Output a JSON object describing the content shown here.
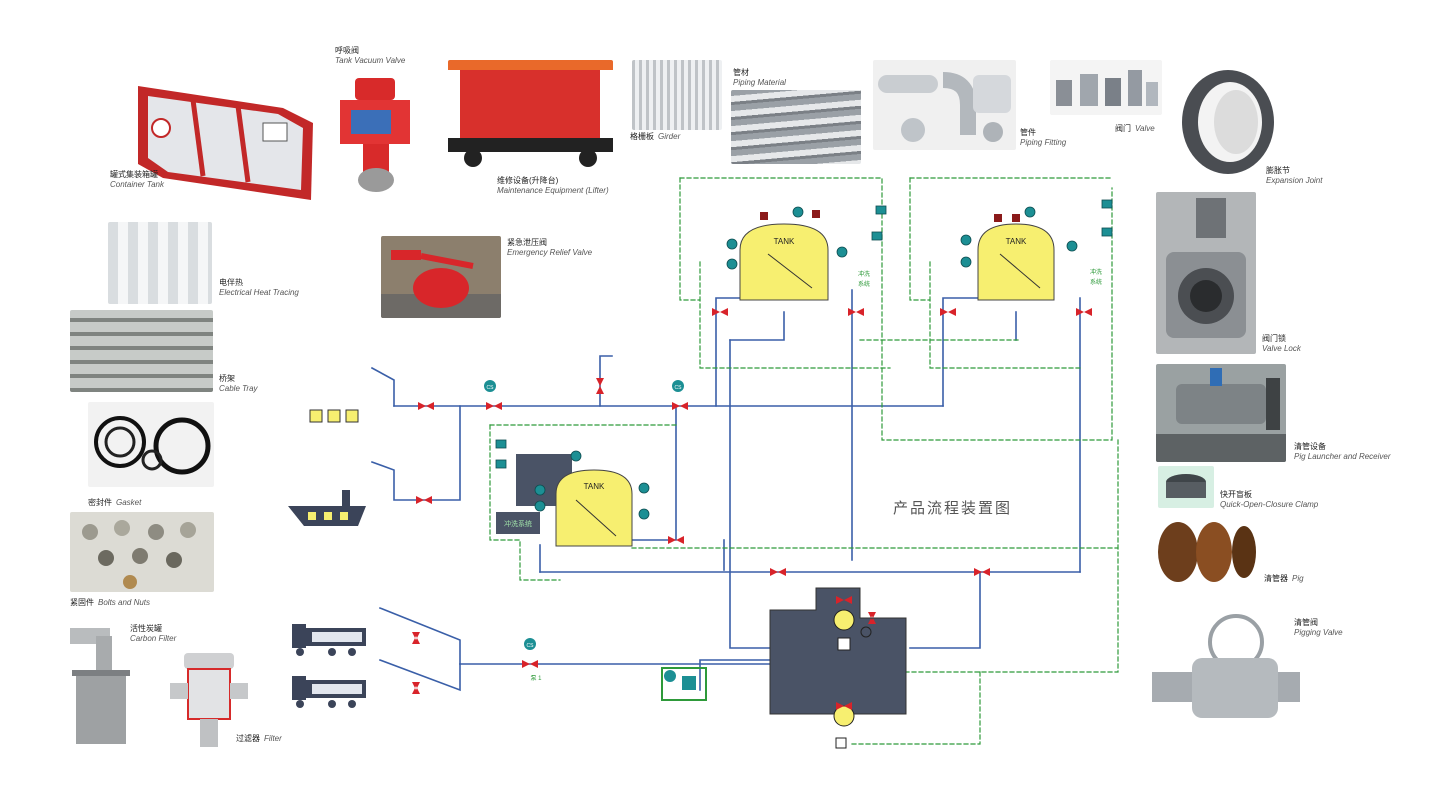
{
  "title": "产品流程装置图",
  "tank_label": "TANK",
  "equipment": [
    {
      "key": "container_tank",
      "cn": "罐式集装箱罐",
      "en": "Container Tank"
    },
    {
      "key": "vacuum_valve",
      "cn": "呼吸阀",
      "en": "Tank Vacuum Valve"
    },
    {
      "key": "maintenance",
      "cn": "维修设备(升降台)",
      "en": "Maintenance Equipment (Lifter)"
    },
    {
      "key": "girder",
      "cn": "格栅板",
      "en": "Girder"
    },
    {
      "key": "piping_material",
      "cn": "管材",
      "en": "Piping Material"
    },
    {
      "key": "piping_fitting",
      "cn": "管件",
      "en": "Piping Fitting"
    },
    {
      "key": "valve",
      "cn": "阀门",
      "en": "Valve"
    },
    {
      "key": "expansion_joint",
      "cn": "膨胀节",
      "en": "Expansion Joint"
    },
    {
      "key": "heat_tracing",
      "cn": "电伴热",
      "en": "Electrical Heat Tracing"
    },
    {
      "key": "relief_valve",
      "cn": "紧急泄压阀",
      "en": "Emergency Relief Valve"
    },
    {
      "key": "cable_tray",
      "cn": "桥架",
      "en": "Cable Tray"
    },
    {
      "key": "gasket",
      "cn": "密封件",
      "en": "Gasket"
    },
    {
      "key": "bolts",
      "cn": "紧固件",
      "en": "Bolts and Nuts"
    },
    {
      "key": "carbon_filter",
      "cn": "活性炭罐",
      "en": "Carbon Filter"
    },
    {
      "key": "filter",
      "cn": "过滤器",
      "en": "Filter"
    },
    {
      "key": "valve_lock",
      "cn": "阀门锁",
      "en": "Valve Lock"
    },
    {
      "key": "pig_launcher",
      "cn": "清管设备",
      "en": "Pig Launcher and Receiver"
    },
    {
      "key": "quick_clamp",
      "cn": "快开盲板",
      "en": "Quick-Open-Closure Clamp"
    },
    {
      "key": "pig",
      "cn": "清管器",
      "en": "Pig"
    },
    {
      "key": "pigging_valve",
      "cn": "清管阀",
      "en": "Pigging Valve"
    }
  ],
  "diagram": {
    "tags": [
      "CS",
      "CS",
      "CS"
    ],
    "side_labels": [
      "冲洗",
      "系统"
    ],
    "flush_box": "冲洗系统",
    "pump_tag": "泵 1"
  },
  "colors": {
    "pipe": "#3a5fa8",
    "vent": "#2e9a3a",
    "valve": "#d8232a",
    "tank_fill": "#f7ef70",
    "teal": "#1c8f94",
    "dark_box": "#4a5366"
  }
}
